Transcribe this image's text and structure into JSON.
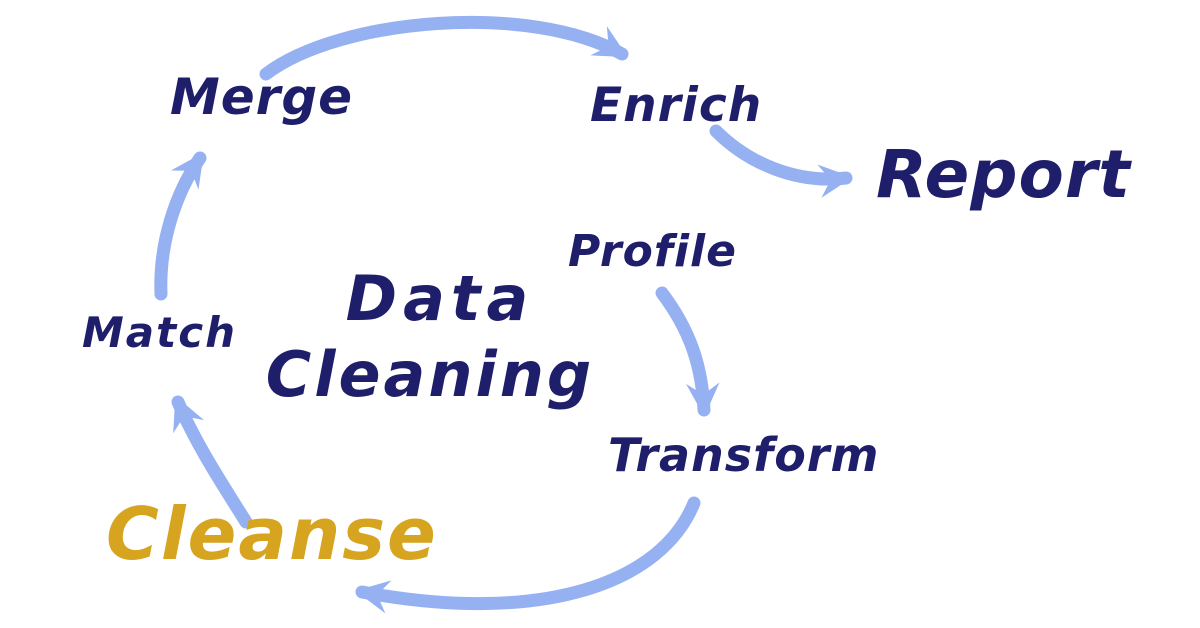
{
  "diagram": {
    "center": {
      "line1": "Data",
      "line2": "Cleaning"
    },
    "steps": {
      "merge": "Merge",
      "enrich": "Enrich",
      "report": "Report",
      "profile": "Profile",
      "match": "Match",
      "transform": "Transform",
      "cleanse": "Cleanse"
    },
    "flows": [
      {
        "from": "Merge",
        "to": "Enrich"
      },
      {
        "from": "Enrich",
        "to": "Report"
      },
      {
        "from": "Profile",
        "to": "Transform"
      },
      {
        "from": "Transform",
        "to": "Cleanse"
      },
      {
        "from": "Cleanse",
        "to": "Match"
      },
      {
        "from": "Match",
        "to": "Merge"
      }
    ]
  },
  "colors": {
    "navy": "#1e1e6b",
    "gold": "#d6a41e",
    "arrow": "#96b1f1",
    "background": "#ffffff"
  }
}
